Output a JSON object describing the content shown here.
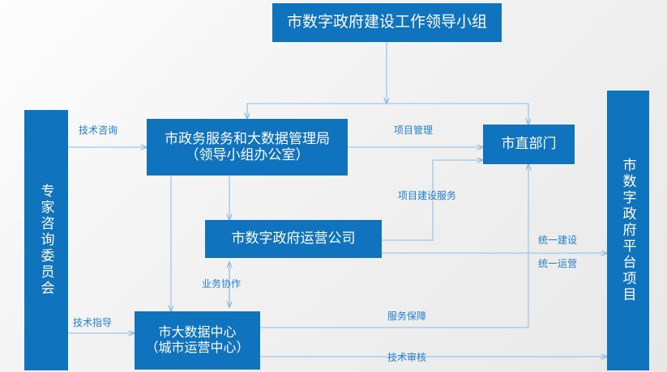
{
  "diagram": {
    "type": "org-flowchart",
    "title_node": "市数字政府建设工作领导小组",
    "accent_color": "#1073bd",
    "label_color": "#1f7fd4",
    "background": "#f1f1f1"
  },
  "nodes": {
    "lead_group": {
      "label": "市数字政府建设工作领导小组"
    },
    "bureau": {
      "line1": "市政务服务和大数据管理局",
      "line2": "（领导小组办公室）"
    },
    "departments": {
      "label": "市直部门"
    },
    "op_company": {
      "label": "市数字政府运营公司"
    },
    "data_center": {
      "line1": "市大数据中心",
      "line2": "（城市运营中心）"
    },
    "expert_committee": {
      "label": "专家咨询委员会"
    },
    "platform_project": {
      "label": "市数字政府平台项目"
    }
  },
  "edge_labels": {
    "tech_consult": "技术咨询",
    "project_management": "项目管理",
    "project_build_service": "项目建设服务",
    "unified_build": "统一建设",
    "unified_operation": "统一运营",
    "business_cooperation": "业务协作",
    "tech_guidance": "技术指导",
    "service_guarantee": "服务保障",
    "tech_review": "技术审核"
  }
}
